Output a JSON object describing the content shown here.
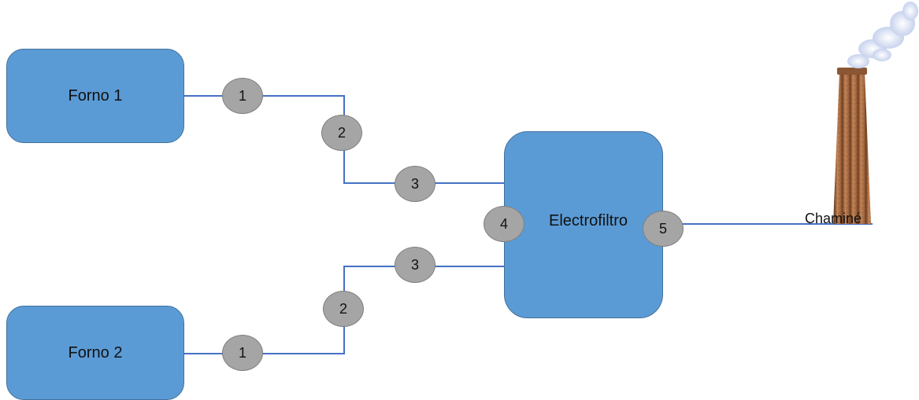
{
  "boxes": {
    "forno1": "Forno 1",
    "forno2": "Forno 2",
    "electrofiltro": "Electrofiltro"
  },
  "nodes": {
    "top_1": "1",
    "top_2": "2",
    "top_3": "3",
    "filter_4": "4",
    "filter_5": "5",
    "bottom_3": "3",
    "bottom_2": "2",
    "bottom_1": "1"
  },
  "chimney": {
    "label": "Chaminé",
    "icon": "chimney-with-smoke-icon"
  },
  "colors": {
    "box_fill": "#5b9bd5",
    "box_border": "#41719c",
    "node_fill": "#a5a5a5",
    "line": "#4472c4"
  }
}
